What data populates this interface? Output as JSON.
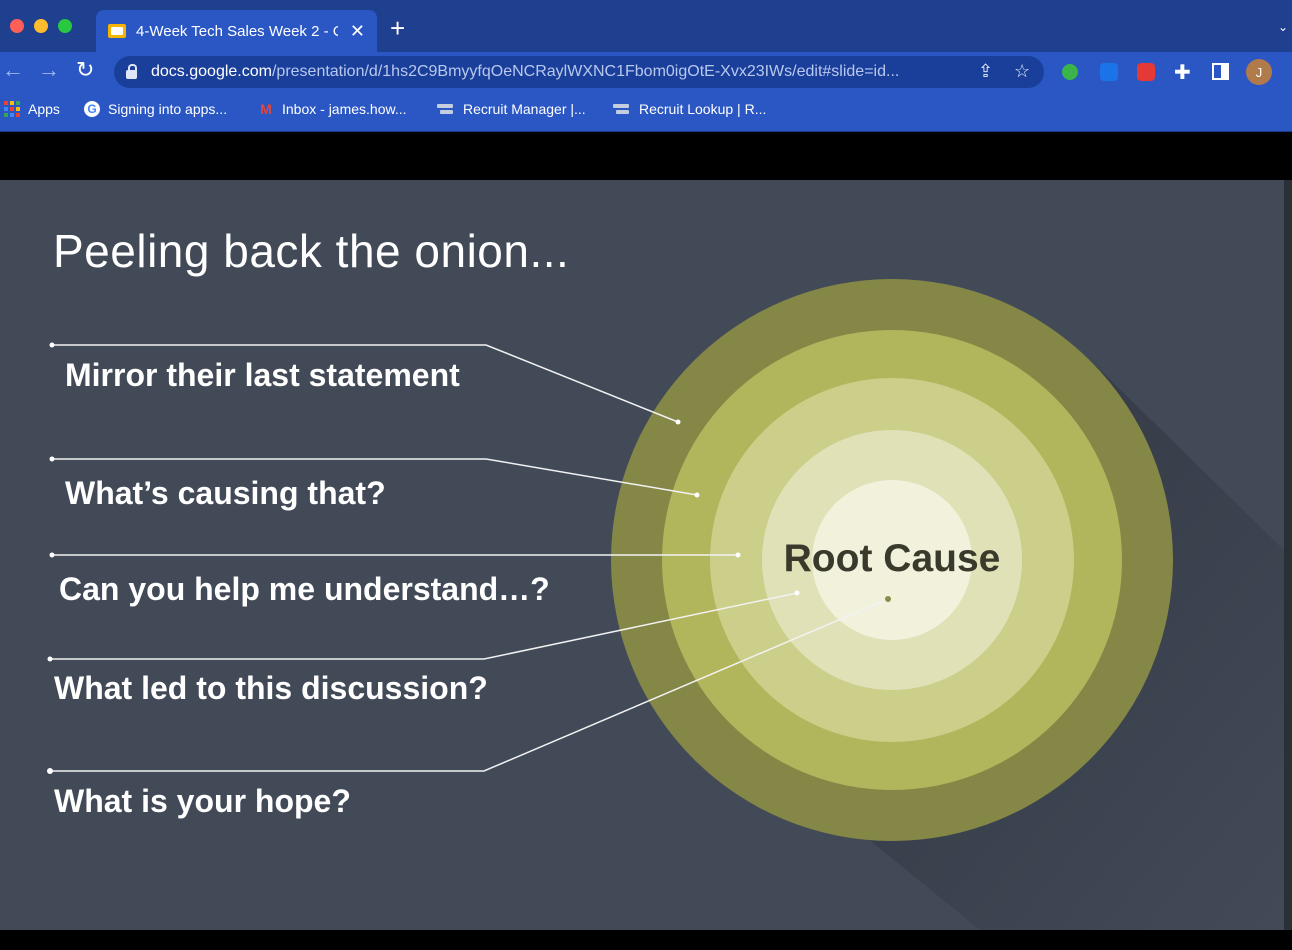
{
  "browser": {
    "tab_title": "4-Week Tech Sales Week 2 - C",
    "url_host": "docs.google.com",
    "url_path": "/presentation/d/1hs2C9BmyyfqOeNCRaylWXNC1Fbom0igOtE-Xvx23IWs/edit#slide=id...",
    "avatar_letter": "J"
  },
  "bookmarks": [
    {
      "label": "Apps",
      "icon": "apps-grid-icon"
    },
    {
      "label": "Signing into apps...",
      "icon": "google-icon"
    },
    {
      "label": "Inbox - james.how...",
      "icon": "gmail-icon"
    },
    {
      "label": "Recruit Manager |...",
      "icon": "recruit-icon"
    },
    {
      "label": "Recruit Lookup | R...",
      "icon": "recruit-icon"
    }
  ],
  "slide": {
    "title": "Peeling back the onion...",
    "center_label": "Root Cause",
    "questions": [
      "Mirror their last statement",
      "What’s causing that?",
      "Can you help me understand…?",
      "What led to this discussion?",
      "What is your hope?"
    ],
    "colors": {
      "background": "#424a58",
      "ring_1": "#858746",
      "ring_2": "#b1b65c",
      "ring_3": "#cbcf8a",
      "ring_4": "#e0e1b7",
      "core": "#f1f1dc"
    }
  }
}
